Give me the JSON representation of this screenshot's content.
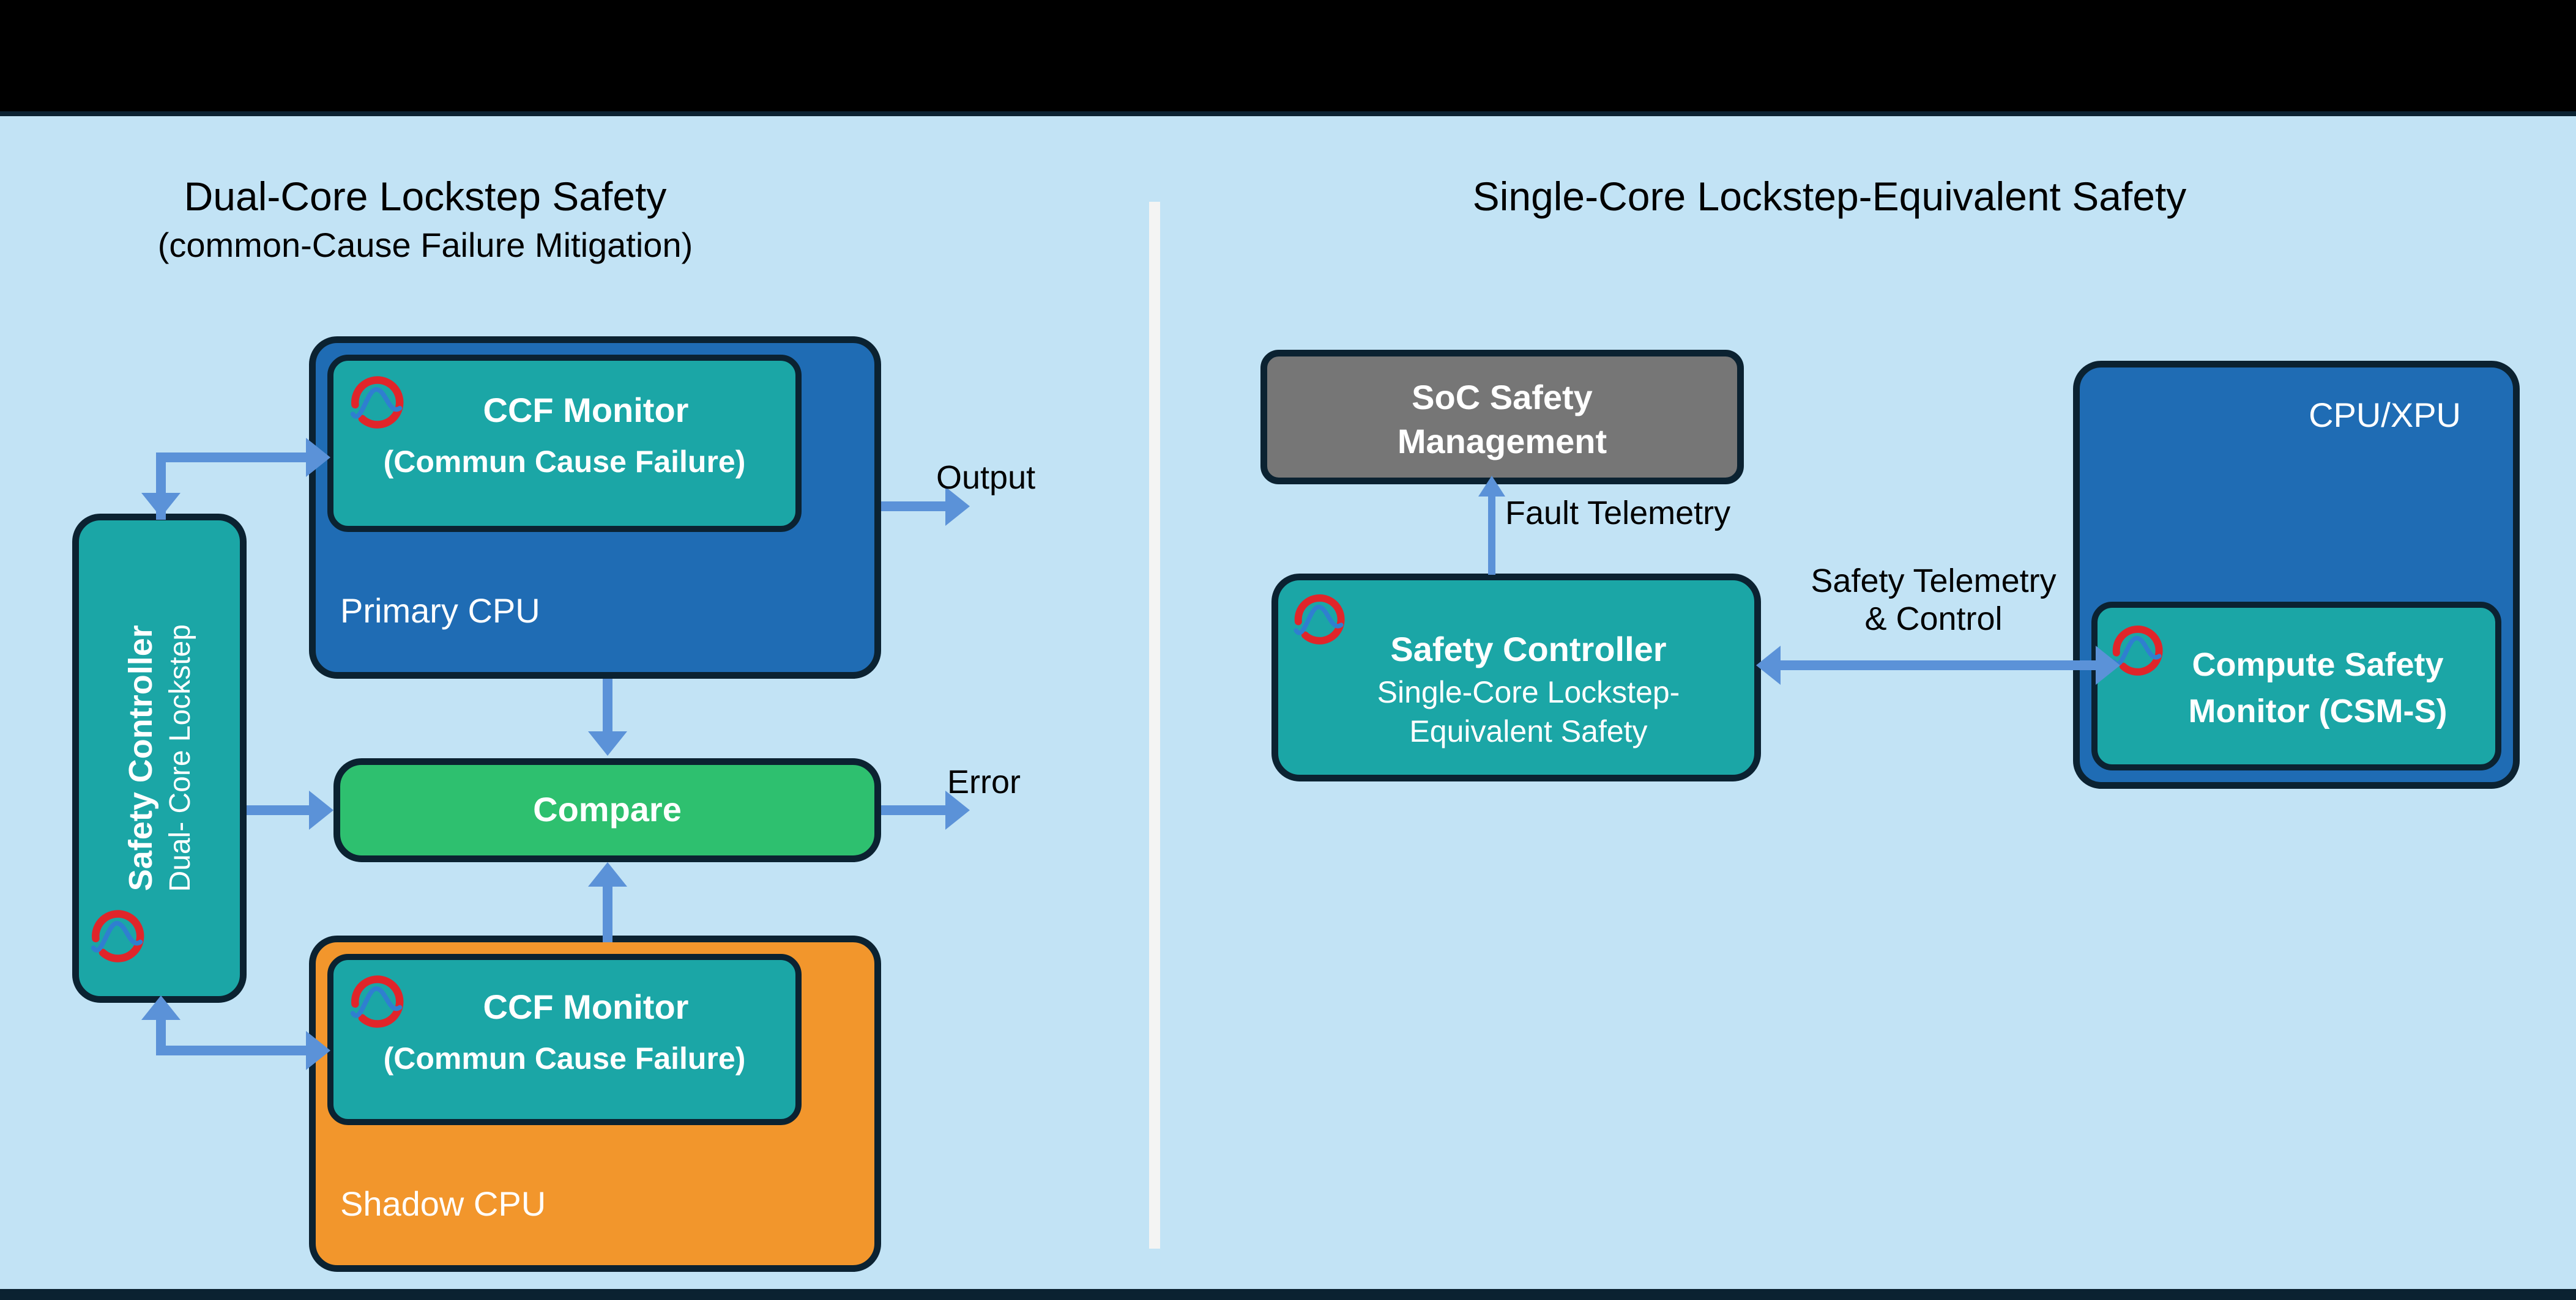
{
  "colors": {
    "background": "#c2e3f5",
    "band": "#000000",
    "rule": "#0b2231",
    "divider": "#f4f4f3",
    "outline": "#0b2231",
    "cpu_blue": "#1f6cb4",
    "monitor_teal": "#1ba6a6",
    "compare_green": "#2ec06f",
    "shadow_orange": "#f2962c",
    "soc_gray": "#767676",
    "arrow_blue": "#5b92d8",
    "icon_red": "#e0252a",
    "icon_blue": "#2f7fd0"
  },
  "left_panel": {
    "title": "Dual-Core Lockstep Safety",
    "subtitle": "(common-Cause Failure Mitigation)",
    "primary_cpu": {
      "label": "Primary  CPU",
      "monitor_title": "CCF Monitor",
      "monitor_subtitle": "(Commun Cause Failure)",
      "icon": "safety-wave-icon"
    },
    "shadow_cpu": {
      "label": "Shadow CPU",
      "monitor_title": "CCF Monitor",
      "monitor_subtitle": "(Commun Cause Failure)",
      "icon": "safety-wave-icon"
    },
    "safety_controller": {
      "title": "Safety Controller",
      "subtitle": "Dual- Core Lockstep",
      "icon": "safety-wave-icon"
    },
    "compare": {
      "label": "Compare"
    },
    "edges": {
      "output": "Output",
      "error": "Error"
    }
  },
  "right_panel": {
    "title": "Single-Core Lockstep-Equivalent Safety",
    "soc_safety_management": {
      "line1": "SoC Safety",
      "line2": "Management"
    },
    "safety_controller": {
      "title": "Safety Controller",
      "subtitle_line1": "Single-Core Lockstep-",
      "subtitle_line2": "Equivalent Safety",
      "icon": "safety-wave-icon"
    },
    "cpu_xpu": {
      "label": "CPU/XPU",
      "monitor_line1": "Compute Safety",
      "monitor_line2": "Monitor (CSM-S)",
      "icon": "safety-wave-icon"
    },
    "edges": {
      "fault_telemetry": "Fault Telemetry",
      "safety_telemetry_line1": "Safety Telemetry",
      "safety_telemetry_line2": "& Control"
    }
  }
}
